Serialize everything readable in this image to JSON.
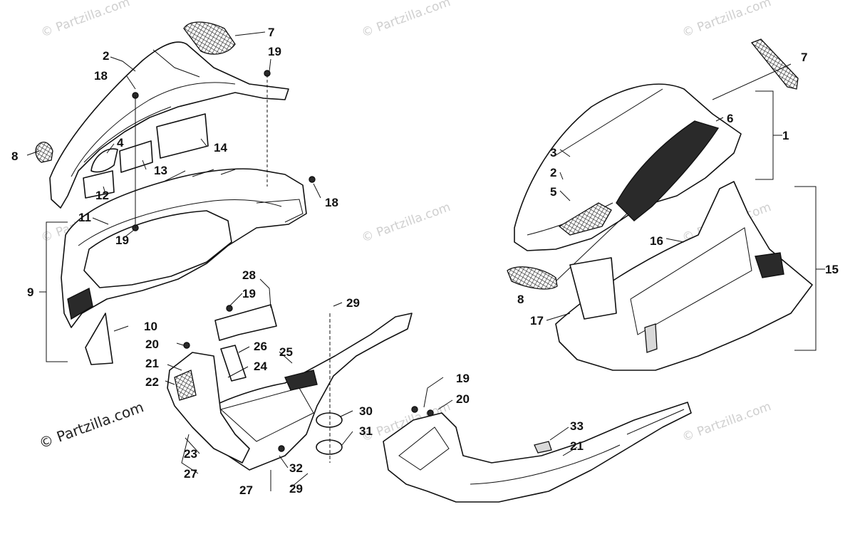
{
  "watermark": {
    "text": "© Partzilla.com",
    "copy_symbol": "©",
    "brand": "Partzilla.com"
  },
  "callouts": [
    {
      "id": "c1",
      "label": "1"
    },
    {
      "id": "c2a",
      "label": "2"
    },
    {
      "id": "c2b",
      "label": "2"
    },
    {
      "id": "c3",
      "label": "3"
    },
    {
      "id": "c4",
      "label": "4"
    },
    {
      "id": "c5",
      "label": "5"
    },
    {
      "id": "c6",
      "label": "6"
    },
    {
      "id": "c7a",
      "label": "7"
    },
    {
      "id": "c7b",
      "label": "7"
    },
    {
      "id": "c8a",
      "label": "8"
    },
    {
      "id": "c8b",
      "label": "8"
    },
    {
      "id": "c9",
      "label": "9"
    },
    {
      "id": "c10",
      "label": "10"
    },
    {
      "id": "c11",
      "label": "11"
    },
    {
      "id": "c12",
      "label": "12"
    },
    {
      "id": "c13",
      "label": "13"
    },
    {
      "id": "c14",
      "label": "14"
    },
    {
      "id": "c15",
      "label": "15"
    },
    {
      "id": "c16",
      "label": "16"
    },
    {
      "id": "c17",
      "label": "17"
    },
    {
      "id": "c18a",
      "label": "18"
    },
    {
      "id": "c18b",
      "label": "18"
    },
    {
      "id": "c19a",
      "label": "19"
    },
    {
      "id": "c19b",
      "label": "19"
    },
    {
      "id": "c19c",
      "label": "19"
    },
    {
      "id": "c19d",
      "label": "19"
    },
    {
      "id": "c20a",
      "label": "20"
    },
    {
      "id": "c20b",
      "label": "20"
    },
    {
      "id": "c21a",
      "label": "21"
    },
    {
      "id": "c21b",
      "label": "21"
    },
    {
      "id": "c22",
      "label": "22"
    },
    {
      "id": "c23",
      "label": "23"
    },
    {
      "id": "c24",
      "label": "24"
    },
    {
      "id": "c25",
      "label": "25"
    },
    {
      "id": "c26",
      "label": "26"
    },
    {
      "id": "c27a",
      "label": "27"
    },
    {
      "id": "c27b",
      "label": "27"
    },
    {
      "id": "c28",
      "label": "28"
    },
    {
      "id": "c29a",
      "label": "29"
    },
    {
      "id": "c29b",
      "label": "29"
    },
    {
      "id": "c30",
      "label": "30"
    },
    {
      "id": "c31",
      "label": "31"
    },
    {
      "id": "c32",
      "label": "32"
    },
    {
      "id": "c33",
      "label": "33"
    }
  ]
}
